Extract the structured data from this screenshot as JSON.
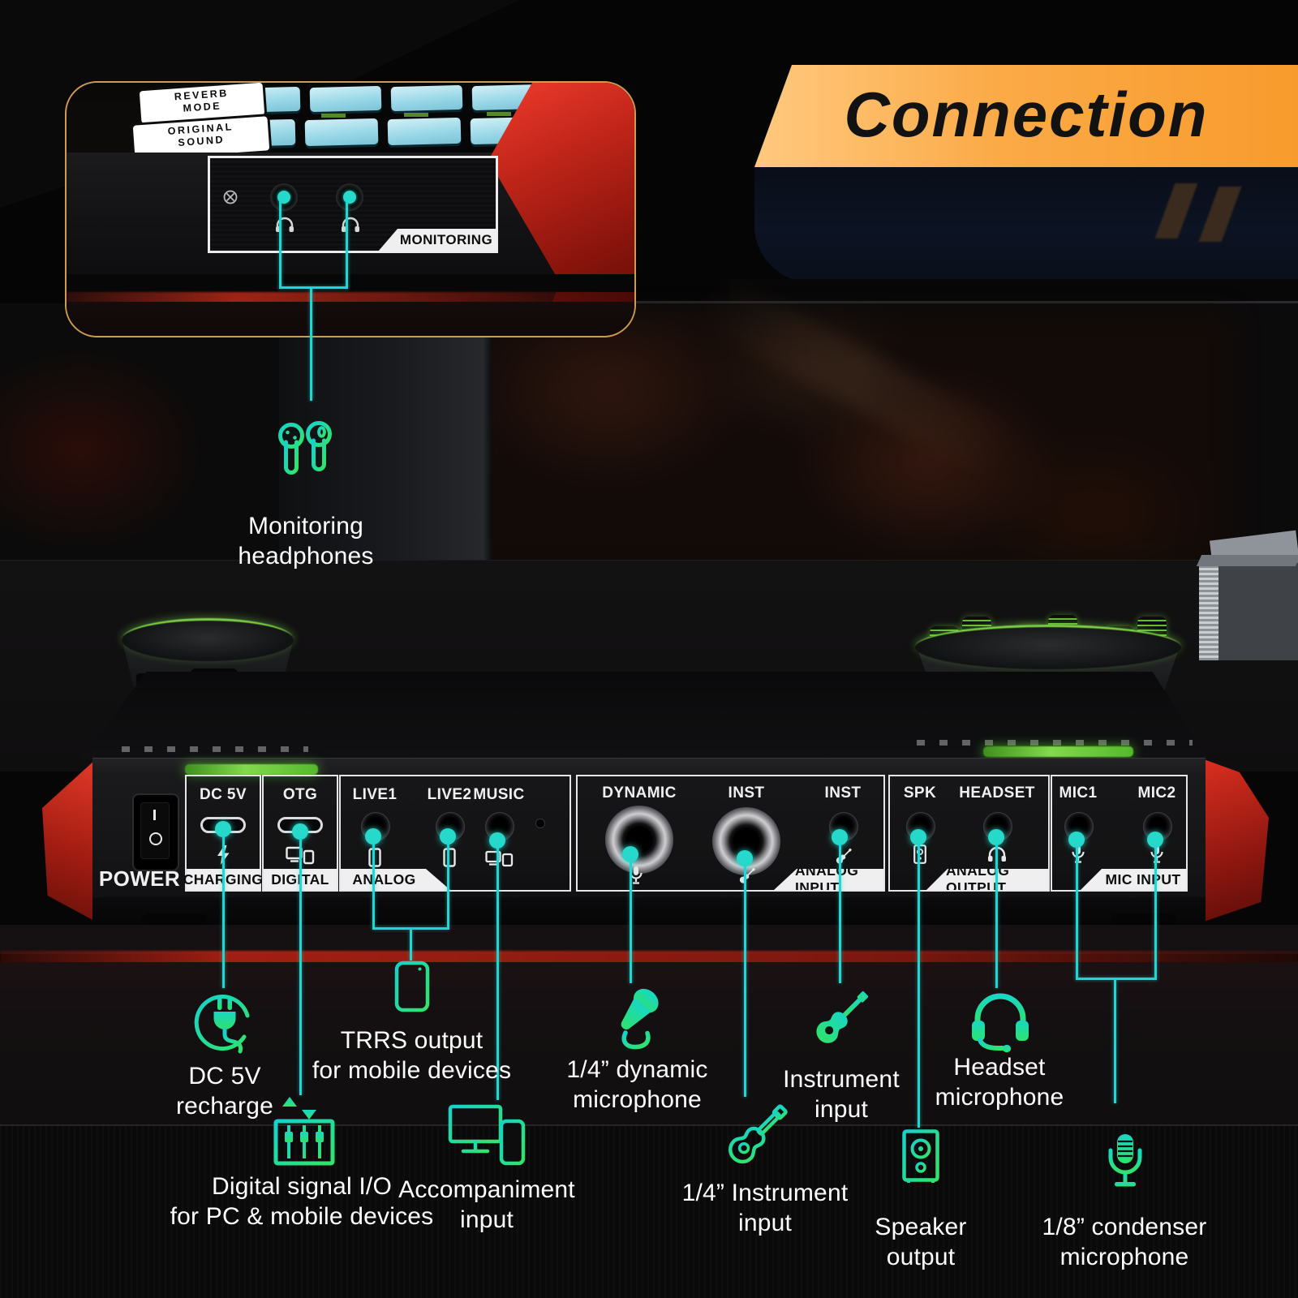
{
  "banner": {
    "title": "Connection"
  },
  "inset": {
    "plates": [
      {
        "lines": [
          "REVERB",
          "MODE"
        ]
      },
      {
        "lines": [
          "ORIGINAL",
          "SOUND"
        ]
      }
    ],
    "panel_label": "MONITORING"
  },
  "device": {
    "power_label": "POWER",
    "groups": [
      {
        "strip": "CHARGING",
        "ports": [
          {
            "label": "DC 5V",
            "icon": "lightning-icon"
          }
        ]
      },
      {
        "strip": "DIGITAL",
        "ports": [
          {
            "label": "OTG",
            "icon": "devices-icon"
          }
        ]
      },
      {
        "strip": "ANALOG",
        "ports": [
          {
            "label": "LIVE1",
            "icon": "phone-icon"
          },
          {
            "label": "LIVE2",
            "icon": "phone-icon"
          },
          {
            "label": "MUSIC",
            "icon": "devices-icon"
          }
        ]
      },
      {
        "strip": "ANALOG INPUT",
        "ports": [
          {
            "label": "DYNAMIC",
            "icon": "mic-icon"
          },
          {
            "label": "INST",
            "icon": "guitar-icon"
          },
          {
            "label": "INST",
            "icon": "guitar-icon"
          }
        ]
      },
      {
        "strip": "ANALOG OUTPUT",
        "ports": [
          {
            "label": "SPK",
            "icon": "speaker-icon"
          },
          {
            "label": "HEADSET",
            "icon": "headphones-icon"
          }
        ]
      },
      {
        "strip": "MIC INPUT",
        "ports": [
          {
            "label": "MIC1",
            "icon": "mic-icon"
          },
          {
            "label": "MIC2",
            "icon": "mic-icon"
          }
        ]
      }
    ]
  },
  "callouts": [
    {
      "id": "monitoring",
      "icon": "earbuds-icon",
      "lines": [
        "Monitoring",
        "headphones"
      ]
    },
    {
      "id": "dc5v",
      "icon": "plug-icon",
      "lines": [
        "DC 5V",
        "recharge"
      ]
    },
    {
      "id": "trrs",
      "icon": "phone-icon",
      "lines": [
        "TRRS output",
        "for mobile devices"
      ]
    },
    {
      "id": "digital-io",
      "icon": "io-icon",
      "lines": [
        "Digital signal I/O",
        "for PC & mobile devices"
      ]
    },
    {
      "id": "accompaniment",
      "icon": "computer-phone-icon",
      "lines": [
        "Accompaniment",
        "input"
      ]
    },
    {
      "id": "dynamic-mic",
      "icon": "dynamic-mic-icon",
      "lines": [
        "1/4” dynamic",
        "microphone"
      ]
    },
    {
      "id": "instrument-input",
      "icon": "guitar-icon",
      "lines": [
        "Instrument",
        "input"
      ]
    },
    {
      "id": "quarter-instrument",
      "icon": "guitar-outline-icon",
      "lines": [
        "1/4” Instrument",
        "input"
      ]
    },
    {
      "id": "headset-mic",
      "icon": "headset-icon",
      "lines": [
        "Headset",
        "microphone"
      ]
    },
    {
      "id": "speaker-output",
      "icon": "speaker-icon",
      "lines": [
        "Speaker",
        "output"
      ]
    },
    {
      "id": "condenser-mic",
      "icon": "condenser-mic-icon",
      "lines": [
        "1/8” condenser",
        "microphone"
      ]
    }
  ],
  "colors": {
    "accent_cyan": "#1fd6d2",
    "icon_teal": "#16d2cb",
    "icon_green": "#31e468",
    "banner_orange": "#f89c30",
    "device_red": "#c2271f"
  }
}
